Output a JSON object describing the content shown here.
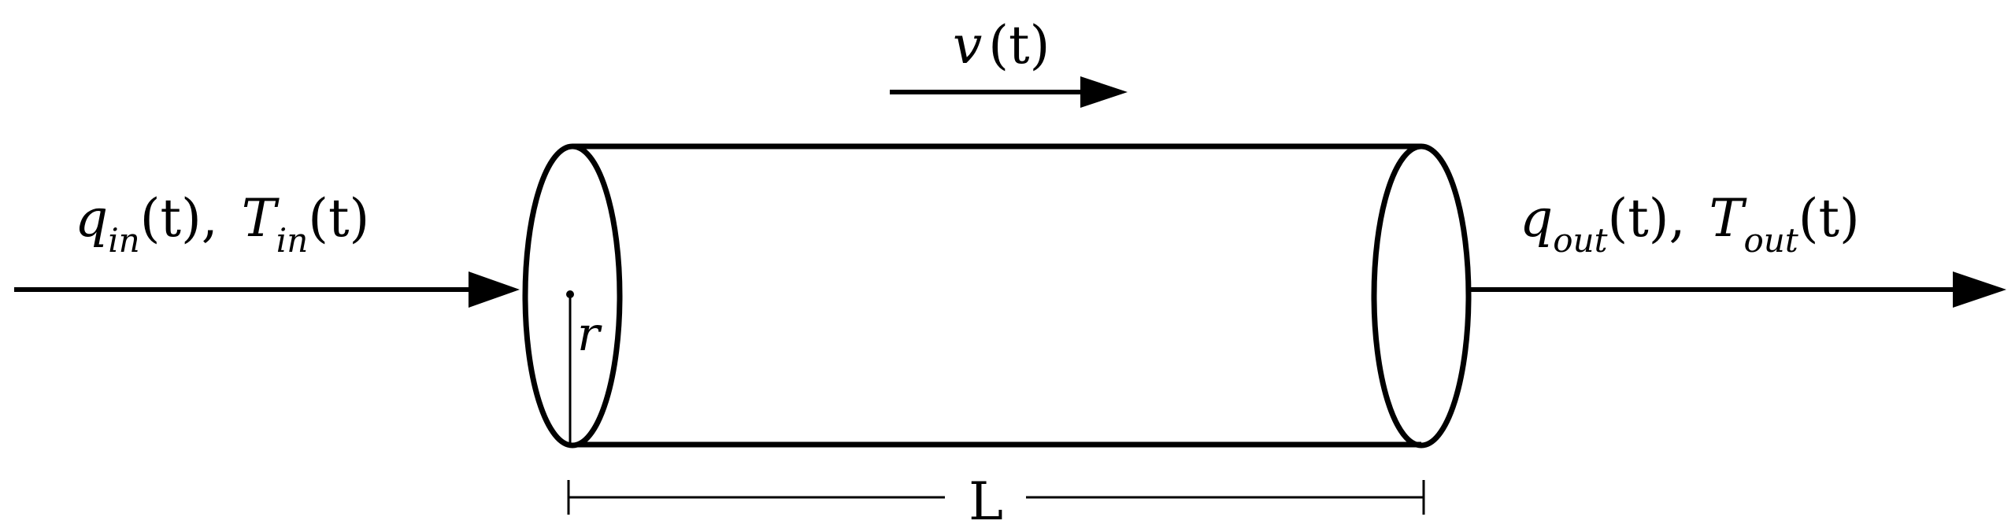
{
  "diagram": {
    "velocity": {
      "symbol": "v",
      "arg": "(t)"
    },
    "inlet": {
      "flow_symbol": "q",
      "flow_sub": "in",
      "flow_arg": "(t),",
      "temp_symbol": "T",
      "temp_sub": "in",
      "temp_arg": "(t)"
    },
    "outlet": {
      "flow_symbol": "q",
      "flow_sub": "out",
      "flow_arg": "(t),",
      "temp_symbol": "T",
      "temp_sub": "out",
      "temp_arg": "(t)"
    },
    "radius_label": "r",
    "length_label": "L"
  }
}
